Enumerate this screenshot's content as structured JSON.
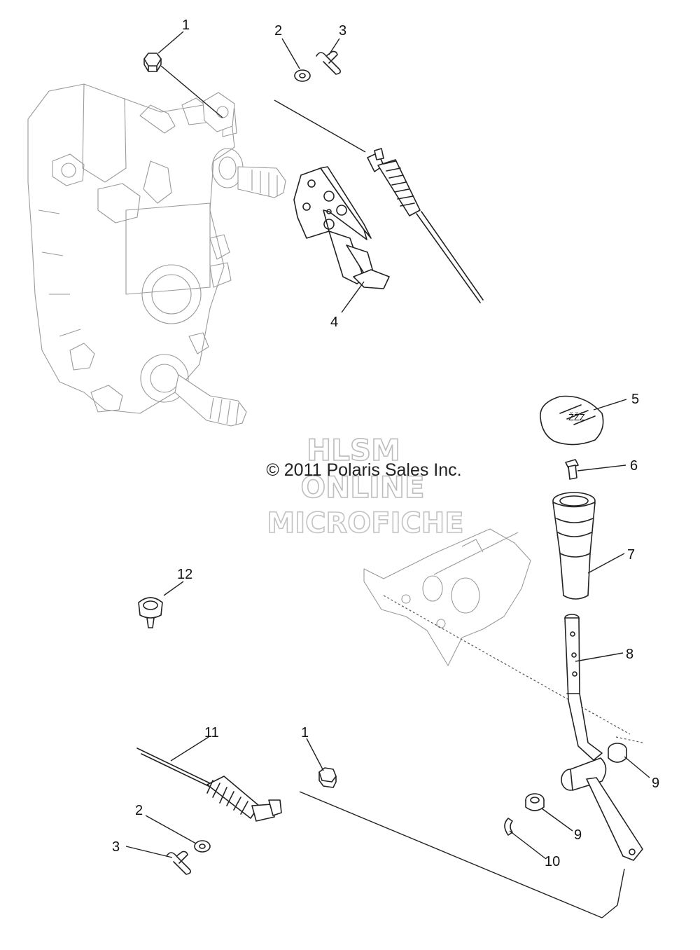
{
  "copyright": "© 2011 Polaris Sales Inc.",
  "watermark": {
    "line1": "HLSM",
    "line2": "ONLINE",
    "line3": "MICROFICHE"
  },
  "callouts": {
    "c1_top": "1",
    "c2_top": "2",
    "c3_top": "3",
    "c4": "4",
    "c5": "5",
    "c6": "6",
    "c7": "7",
    "c8": "8",
    "c9_right": "9",
    "c9_lower": "9",
    "c10": "10",
    "c11": "11",
    "c12": "12",
    "c1_bottom": "1",
    "c2_bottom": "2",
    "c3_bottom": "3"
  }
}
